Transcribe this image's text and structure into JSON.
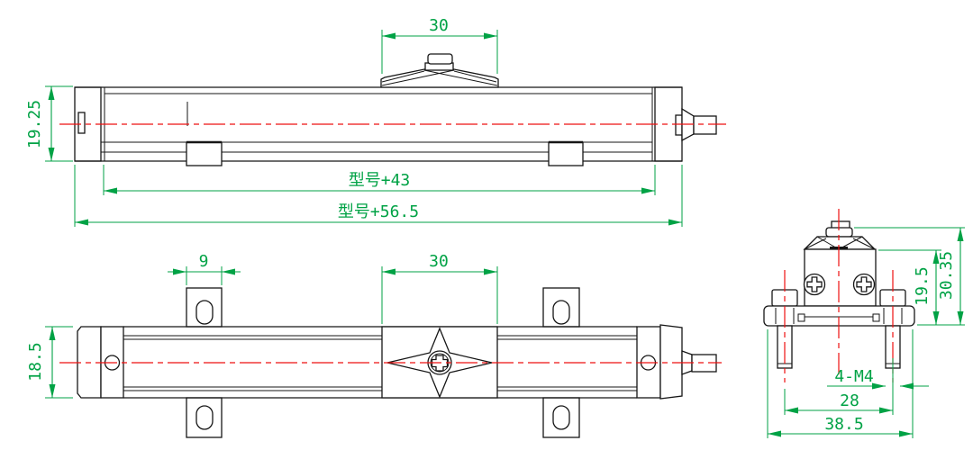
{
  "drawing": {
    "title": "Linear slide transducer engineering drawing",
    "type": "three-view orthographic CAD drawing",
    "colors": {
      "outline": "#161616",
      "dimension": "#00a245",
      "centerline": "#ee1111",
      "background": "#ffffff"
    },
    "views": {
      "side": "side elevation view",
      "plan": "plan view",
      "end": "end section view"
    },
    "dimensions": {
      "side_slider_width": "30",
      "side_height": "19.25",
      "side_body_length": "型号+43",
      "side_total_length": "型号+56.5",
      "plan_bracket_width": "9",
      "plan_slider_width": "30",
      "plan_height": "18.5",
      "end_block_height": "19.5",
      "end_total_height": "30.35",
      "end_thread_spec": "4-M4",
      "end_bolt_spacing": "28",
      "end_base_width": "38.5"
    }
  }
}
